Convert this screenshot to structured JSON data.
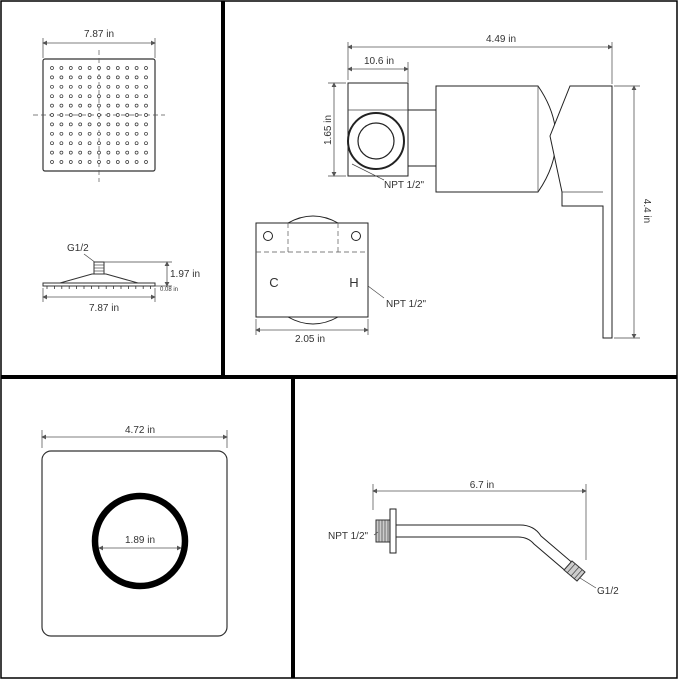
{
  "panels": {
    "shower_head": {
      "top_width": "7.87 in",
      "inlet_thread": "G1/2",
      "height": "1.97 in",
      "plate_thickness": "0.08 in",
      "side_width": "7.87 in"
    },
    "valve": {
      "total_depth": "4.49 in",
      "body_depth": "10.6 in",
      "body_height": "1.65 in",
      "outlet_thread": "NPT 1/2\"",
      "handle_height": "4.4 in",
      "cold_label": "C",
      "hot_label": "H",
      "inlet_thread": "NPT 1/2\"",
      "valve_width": "2.05 in"
    },
    "trim_plate": {
      "plate_width": "4.72 in",
      "opening_diameter": "1.89 in"
    },
    "shower_arm": {
      "arm_length": "6.7 in",
      "wall_thread": "NPT 1/2\"",
      "head_thread": "G1/2"
    }
  },
  "colors": {
    "frame": "#000000",
    "line": "#222222",
    "text": "#333333"
  }
}
